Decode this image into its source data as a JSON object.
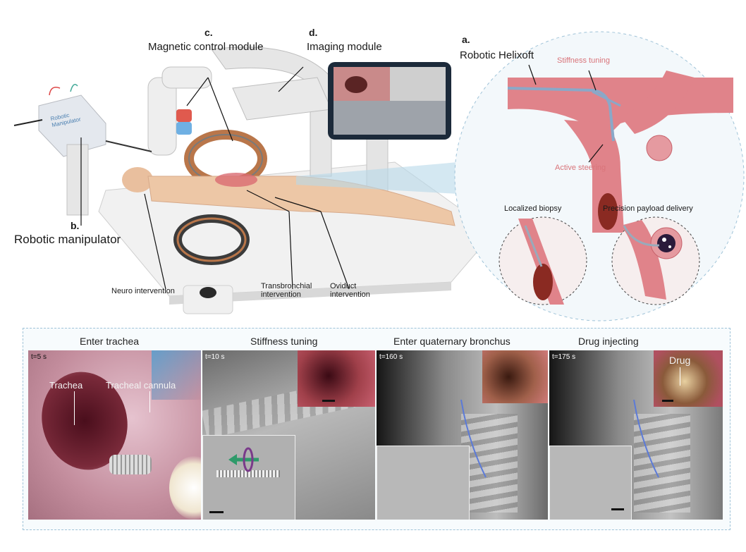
{
  "top": {
    "labels": {
      "c_letter": "c.",
      "c_text": "Magnetic control module",
      "d_letter": "d.",
      "d_text": "Imaging module",
      "a_letter": "a.",
      "a_text": "Robotic Helixoft",
      "b_letter": "b.",
      "b_text": "Robotic manipulator",
      "device_text": "Robotic Manipulator",
      "neuro": "Neuro intervention",
      "transbronchial": "Transbronchial\nintervention",
      "oviduct": "Oviduct\nintervention"
    },
    "detail": {
      "stiffness": "Stiffness tuning",
      "steering": "Active steering",
      "biopsy": "Localized biopsy",
      "payload": "Precision payload delivery"
    }
  },
  "bottom": {
    "panels": [
      {
        "title": "Enter trachea",
        "time": "t=5 s",
        "annot1": "Trachea",
        "annot2": "Tracheal cannula"
      },
      {
        "title": "Stiffness tuning",
        "time": "t=10 s"
      },
      {
        "title": "Enter quaternary bronchus",
        "time": "t=160 s"
      },
      {
        "title": "Drug injecting",
        "time": "t=175 s",
        "annot1": "Drug"
      }
    ]
  },
  "colors": {
    "vessel": "#e0838a",
    "vessel_dark": "#c7626b",
    "accent_blue": "#3b8fd0",
    "dashed_border": "#9fc3d8",
    "copper": "#b9764a"
  }
}
